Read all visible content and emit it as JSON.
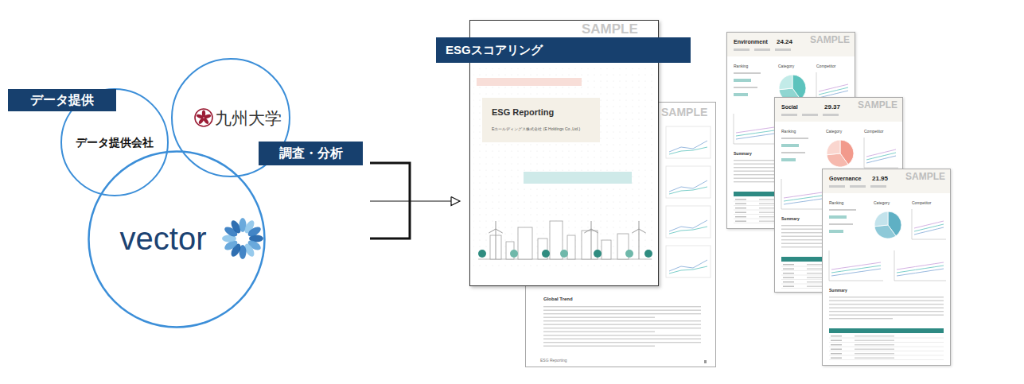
{
  "diagram": {
    "nodes": [
      {
        "text": [
          "データ提供"
        ]
      },
      {
        "text": [
          "データ提供会社"
        ]
      },
      {
        "text": [
          "九州大学"
        ]
      },
      {
        "text": [
          "調査・分析"
        ]
      },
      {
        "text": [
          "vector"
        ]
      },
      {
        "text": [
          "SAMPLE",
          "Global Trend",
          "ESG Reporting"
        ]
      },
      {
        "text": [
          "SAMPLE"
        ]
      },
      {
        "text": [
          "ESG Reporting",
          "Eホールディングス株式会社 (E Holdings Co.,Ltd.)"
        ],
        "in": 6
      },
      {
        "text": [
          "ESGスコアリング"
        ]
      },
      {
        "text": [
          "SAMPLE",
          "Environment",
          "24.24",
          "Ranking",
          "Category",
          "Competitor",
          "Summary"
        ]
      },
      {
        "text": [
          "SAMPLE",
          "Social",
          "29.37",
          "Ranking",
          "Category",
          "Competitor",
          "Summary"
        ]
      },
      {
        "text": [
          "SAMPLE",
          "Governance",
          "21.95",
          "Ranking",
          "Category",
          "Competitor",
          "Summary"
        ]
      }
    ]
  }
}
